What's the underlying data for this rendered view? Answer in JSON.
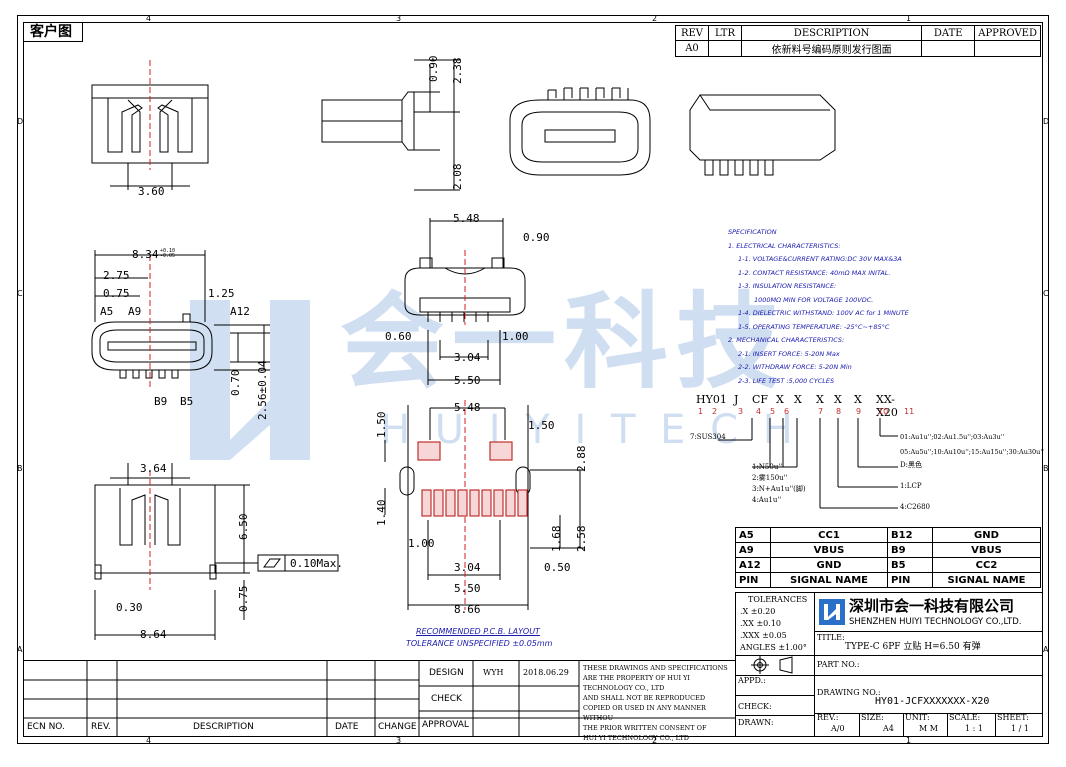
{
  "header_tag": "客户图",
  "zone_top": [
    "4",
    "3",
    "2",
    "1"
  ],
  "zone_bottom": [
    "4",
    "3",
    "2",
    "1"
  ],
  "zone_left": [
    "D",
    "C",
    "B",
    "A"
  ],
  "zone_right": [
    "D",
    "C",
    "B",
    "A"
  ],
  "revision_block": {
    "headers": [
      "REV",
      "LTR",
      "DESCRIPTION",
      "DATE",
      "APPROVED"
    ],
    "row": [
      "A0",
      "",
      "依新料号编码原则发行图面",
      "",
      ""
    ]
  },
  "dims": {
    "d_360": "3.60",
    "d_090a": "0.90",
    "d_238": "2.38",
    "d_208": "2.08",
    "d_548a": "5.48",
    "d_090b": "0.90",
    "d_060": "0.60",
    "d_100a": "1.00",
    "d_304a": "3.04",
    "d_550a": "5.50",
    "d_834": "8.34",
    "d_834_tol": "+0.10 -0.05",
    "d_275": "2.75",
    "d_075a": "0.75",
    "d_125": "1.25",
    "lbl_a5": "A5",
    "lbl_a9": "A9",
    "lbl_a12": "A12",
    "lbl_b9": "B9",
    "lbl_b5": "B5",
    "d_070": "0.70",
    "d_256": "2.56±0.04",
    "d_364": "3.64",
    "d_650": "6.50",
    "d_030": "0.30",
    "d_864a": "8.64",
    "d_075b": "0.75",
    "flatness": "0.10Max.",
    "d_548b": "5.48",
    "d_150a": "1.50",
    "d_150b": "1.50",
    "d_288": "2.88",
    "d_140": "1.40",
    "d_100b": "1.00",
    "d_168": "1.68",
    "d_258": "2.58",
    "d_304b": "3.04",
    "d_050": "0.50",
    "d_550b": "5.50",
    "d_866": "8.66"
  },
  "pcb_note": {
    "line1": "RECOMMENDED  P.C.B. LAYOUT",
    "line2": "TOLERANCE  UNSPECIFIED  ±0.05mm"
  },
  "spec": [
    "SPECIFICATION",
    "1. ELECTRICAL CHARACTERISTICS:",
    "1-1. VOLTAGE&CURRENT RATING:DC 30V MAX&3A",
    "1-2. CONTACT RESISTANCE: 40mΩ MAX INITAL.",
    "1-3. INSULATION RESISTANCE:",
    "1000MΩ MIN FOR VOLTAGE 100VDC.",
    "1-4. DIELECTRIC WITHSTAND: 100V AC for 1 MINUTE",
    "1-5. OPERATING TEMPERATURE: -25°C~+85°C",
    "2. MECHANICAL CHARACTERISTICS:",
    "2-1. INSERT FORCE: 5-20N Max",
    "2-2. WITHDRAW FORCE: 5-20N Min",
    "2-3. LIFE TEST :5,000 CYCLES"
  ],
  "part_code": {
    "parts": [
      "HY01",
      "J",
      "CF",
      "X",
      "X",
      "X",
      "X",
      "X",
      "XX-X20"
    ],
    "nums": [
      "1",
      "2",
      "3",
      "4",
      "5",
      "6",
      "7",
      "8",
      "9",
      "10",
      "11"
    ],
    "n7": "7:SUS304",
    "n1": "1:N50u''",
    "n2": "2:雾150u''",
    "n3": "3:N+Au1u''(脚)",
    "n4": "4:Au1u''",
    "n_lcp": "1:LCP",
    "n_black": "D:黑色",
    "n_c2680": "4:C2680",
    "n_plating1": "01:Au1u'';02:Au1.5u'';03:Au3u''",
    "n_plating2": "05:Au5u'';10:Au10u'';15:Au15u'';30:Au30u''"
  },
  "signal_table": {
    "rows": [
      [
        "A5",
        "CC1",
        "B12",
        "GND"
      ],
      [
        "A9",
        "VBUS",
        "B9",
        "VBUS"
      ],
      [
        "A12",
        "GND",
        "B5",
        "CC2"
      ],
      [
        "PIN",
        "SIGNAL NAME",
        "PIN",
        "SIGNAL NAME"
      ]
    ]
  },
  "tolerances": {
    "title": "TOLERANCES",
    "rows": [
      ".X    ±0.20",
      ".XX   ±0.10",
      ".XXX  ±0.05",
      "ANGLES ±1.00°"
    ]
  },
  "company": {
    "cn": "深圳市会一科技有限公司",
    "en": "SHENZHEN HUIYI TECHNOLOGY CO.,LTD."
  },
  "title_block": {
    "title_label": "TITLE:",
    "title_value": "TYPE-C 6PF 立贴 H=6.50 有弹",
    "part_no": "PART NO.:",
    "drawing_no_label": "DRAWING NO.:",
    "drawing_no": "HY01-JCFXXXXXXX-X20",
    "appd": "APPD.:",
    "check": "CHECK:",
    "drawn": "DRAWN:",
    "rev_label": "REV.:",
    "rev": "A/0",
    "size_label": "SIZE:",
    "size": "A4",
    "unit_label": "UNIT:",
    "unit": "M M",
    "scale_label": "SCALE:",
    "scale": "1 : 1",
    "sheet_label": "SHEET:",
    "sheet": "1 / 1"
  },
  "design_block": {
    "design": "DESIGN",
    "designer": "WYH",
    "date": "2018.06.29",
    "check": "CHECK",
    "approval": "APPROVAL",
    "notice": [
      "THESE DRAWINGS AND SPECIFICATIONS",
      "ARE THE PROPERTY OF HUI YI",
      "TECHNOLOGY  CO., LTD",
      "AND SHALL NOT BE REPRODUCED",
      "COPIED OR USED IN ANY MANNER WITHOU",
      "THE PRIOR WRITTEN CONSENT OF",
      "HUI YI  TECHNOLOGY CO., LTD"
    ]
  },
  "ecn_block": {
    "headers": [
      "ECN NO.",
      "REV.",
      "DESCRIPTION",
      "DATE",
      "CHANGE"
    ]
  },
  "watermark": {
    "cn": "会一科技",
    "en": "H U I Y I   T E C H"
  },
  "colors": {
    "blue_text": "#1a1ab0",
    "watermark": "#aac4e6",
    "red_center": "#d02020"
  }
}
